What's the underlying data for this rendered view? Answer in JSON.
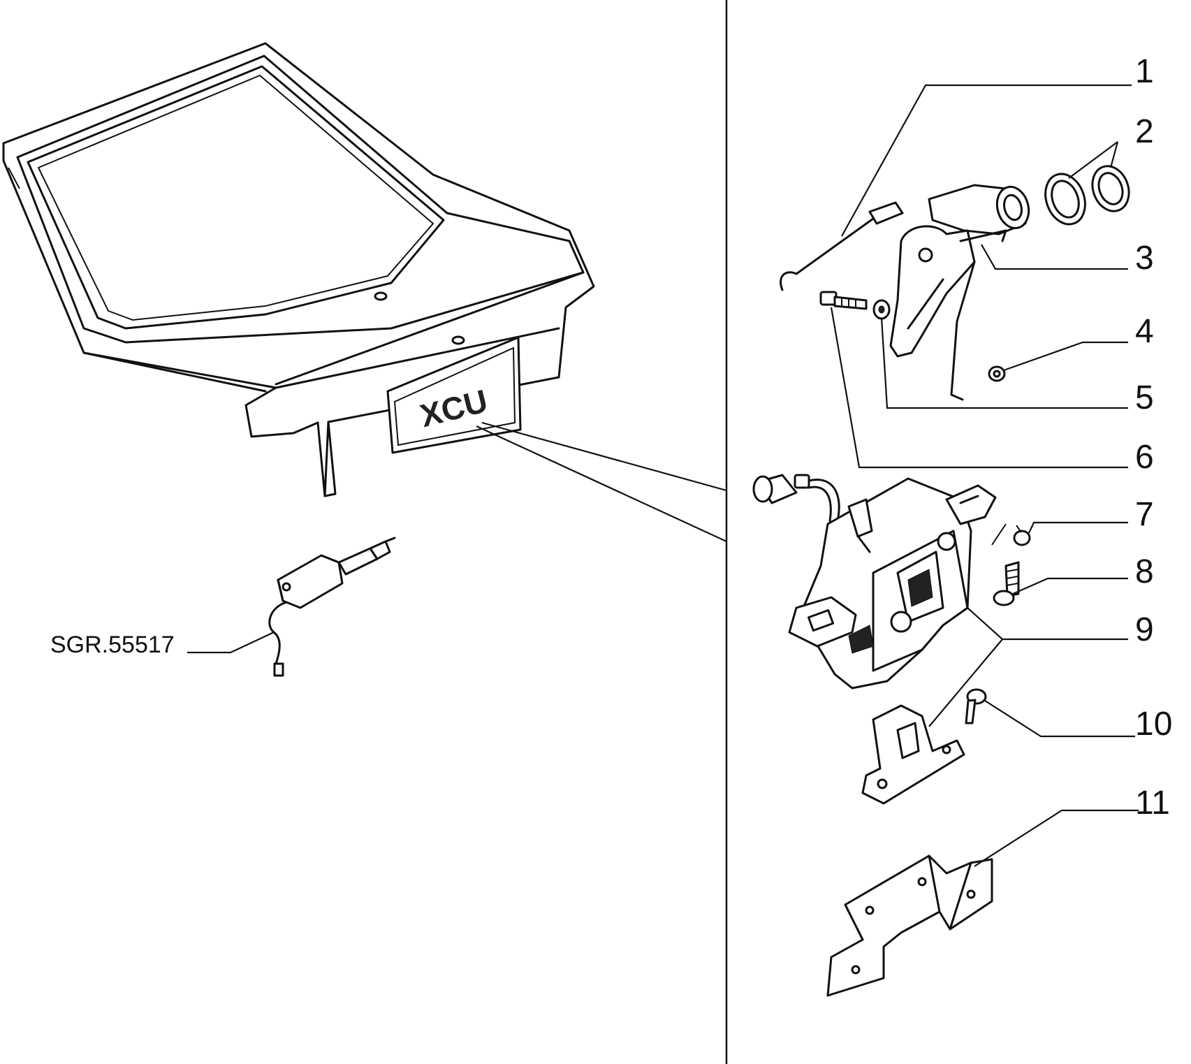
{
  "reference_code": "SGR.55517",
  "callouts": [
    "1",
    "2",
    "3",
    "4",
    "5",
    "6",
    "7",
    "8",
    "9",
    "10",
    "11"
  ],
  "tailgate": {
    "badge_text": "XCU"
  }
}
